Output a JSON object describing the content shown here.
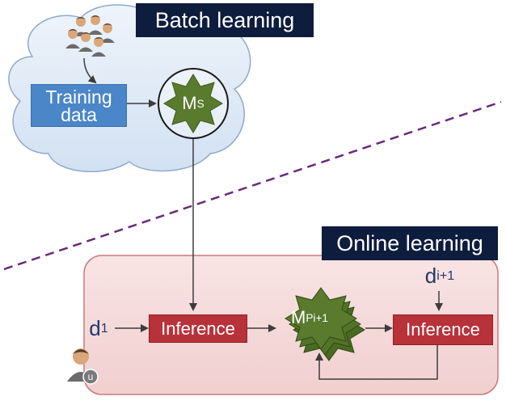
{
  "batch_section": {
    "title": "Batch learning",
    "training_data_line1": "Training",
    "training_data_line2": "data",
    "model_main": "M",
    "model_sub": "S"
  },
  "online_section": {
    "title": "Online learning",
    "input_main": "d",
    "input_sub": "1",
    "inference_left": "Inference",
    "model_main": "M",
    "model_sub": "P",
    "model_sup": "i+1",
    "inference_right": "Inference",
    "next_input_main": "d",
    "next_input_sub": "i+1",
    "user_badge": "u"
  },
  "colors": {
    "cloud_fill": "#dbe7f5",
    "cloud_stroke": "#8fa9c9",
    "online_region_fill": "#f6dcdc",
    "online_region_stroke": "#c97a7a",
    "divider_line": "#6a2a7a",
    "model_fill": "#5a7a2e",
    "title_bg": "#0e1c3e",
    "inference_fill": "#b8323a",
    "training_fill": "#4a86c8"
  }
}
